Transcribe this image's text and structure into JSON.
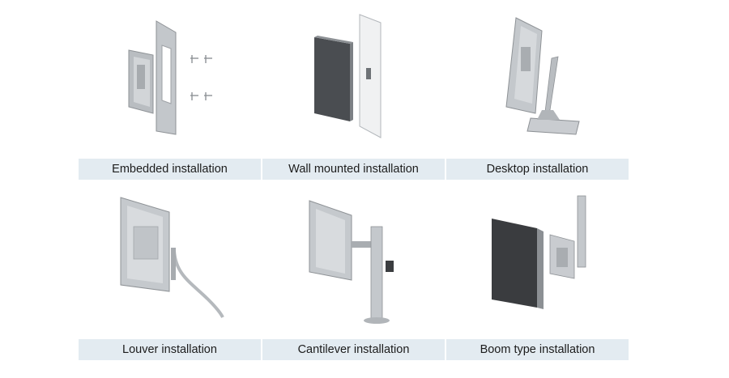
{
  "items": [
    {
      "caption": "Embedded installation",
      "icon": "embedded-mount-illustration"
    },
    {
      "caption": "Wall mounted installation",
      "icon": "wall-mount-illustration"
    },
    {
      "caption": "Desktop installation",
      "icon": "desktop-stand-illustration"
    },
    {
      "caption": "Louver installation",
      "icon": "louver-mount-illustration"
    },
    {
      "caption": "Cantilever installation",
      "icon": "cantilever-pole-illustration"
    },
    {
      "caption": "Boom type installation",
      "icon": "boom-mount-illustration"
    }
  ],
  "colors": {
    "caption_bg": "#e3ebf1",
    "caption_text": "#1c1c1c",
    "metal": "#c9cdd1",
    "screen": "#3a3c3f"
  }
}
